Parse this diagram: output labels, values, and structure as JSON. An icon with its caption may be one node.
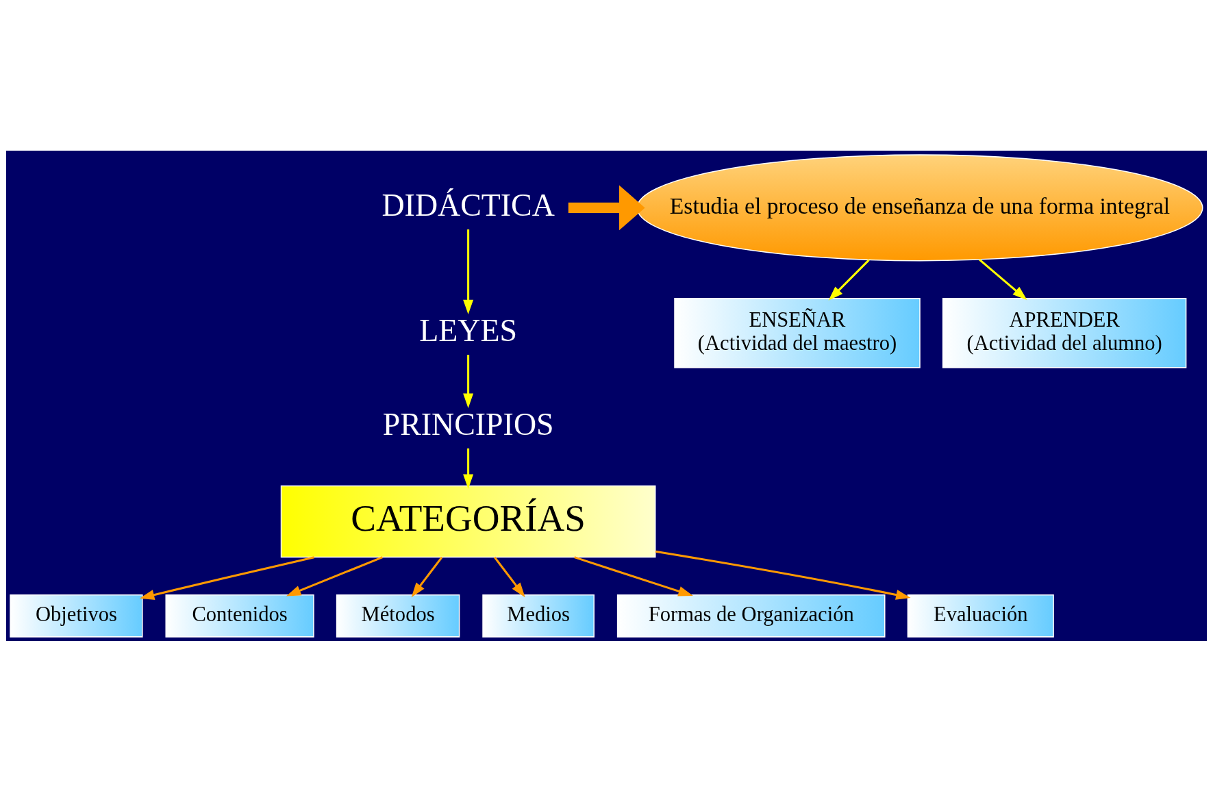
{
  "diagram": {
    "nodes": [
      {
        "text": [
          "DIDÁCTICA"
        ]
      },
      {
        "text": [
          "Estudia el proceso de enseñanza de una forma integral"
        ]
      },
      {
        "text": [
          "LEYES"
        ]
      },
      {
        "text": [
          "PRINCIPIOS"
        ]
      },
      {
        "text": [
          "ENSEÑAR",
          "(Actividad del maestro)"
        ]
      },
      {
        "text": [
          "APRENDER",
          "(Actividad del alumno)"
        ]
      },
      {
        "text": [
          "CATEGORÍAS"
        ]
      },
      {
        "text": [
          "Objetivos"
        ]
      },
      {
        "text": [
          "Contenidos"
        ]
      },
      {
        "text": [
          "Métodos"
        ]
      },
      {
        "text": [
          "Medios"
        ]
      },
      {
        "text": [
          "Formas de Organización"
        ]
      },
      {
        "text": [
          "Evaluación"
        ]
      }
    ],
    "edges": [
      {
        "from": 0,
        "to": 1,
        "arrow": "to",
        "style": "thick"
      },
      {
        "from": 0,
        "to": 2,
        "arrow": "to",
        "color": "#ffff00"
      },
      {
        "from": 2,
        "to": 3,
        "arrow": "to",
        "color": "#ffff00"
      },
      {
        "from": 1,
        "to": 4,
        "arrow": "to",
        "color": "#ffff00"
      },
      {
        "from": 1,
        "to": 5,
        "arrow": "to",
        "color": "#ffff00"
      },
      {
        "from": 3,
        "to": 6,
        "arrow": "to",
        "color": "#ffff00"
      },
      {
        "from": 6,
        "to": 7,
        "arrow": "to"
      },
      {
        "from": 6,
        "to": 8,
        "arrow": "to"
      },
      {
        "from": 6,
        "to": 9,
        "arrow": "to"
      },
      {
        "from": 6,
        "to": 10,
        "arrow": "to"
      },
      {
        "from": 6,
        "to": 11,
        "arrow": "to"
      },
      {
        "from": 6,
        "to": 12,
        "arrow": "to"
      }
    ]
  }
}
